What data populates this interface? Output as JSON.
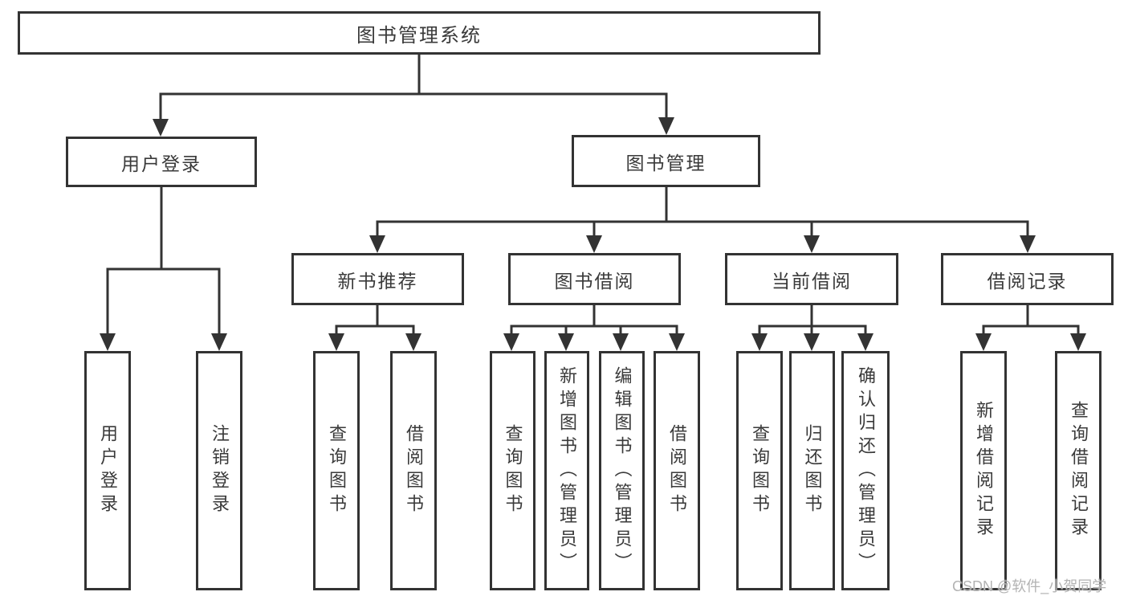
{
  "diagram": {
    "type": "hierarchy-tree",
    "root": {
      "label": "图书管理系统"
    },
    "level2": [
      {
        "label": "用户登录"
      },
      {
        "label": "图书管理"
      }
    ],
    "level3": [
      {
        "label": "新书推荐"
      },
      {
        "label": "图书借阅"
      },
      {
        "label": "当前借阅"
      },
      {
        "label": "借阅记录"
      }
    ],
    "leaves": {
      "user_login": [
        {
          "label": "用户登录"
        },
        {
          "label": "注销登录"
        }
      ],
      "new_book": [
        {
          "label": "查询图书"
        },
        {
          "label": "借阅图书"
        }
      ],
      "book_borrow": [
        {
          "label": "查询图书"
        },
        {
          "label": "新增图书（管理员）"
        },
        {
          "label": "编辑图书（管理员）"
        },
        {
          "label": "借阅图书"
        }
      ],
      "current_borrow": [
        {
          "label": "查询图书"
        },
        {
          "label": "归还图书"
        },
        {
          "label": "确认归还（管理员）"
        }
      ],
      "borrow_record": [
        {
          "label": "新增借阅记录"
        },
        {
          "label": "查询借阅记录"
        }
      ]
    },
    "watermark": "CSDN @软件_小贺同学",
    "colors": {
      "line": "#333333",
      "text": "#3a3a3a",
      "box_background": "#ffffff",
      "watermark": "#b3b3b3",
      "page_background": "#ffffff"
    }
  }
}
